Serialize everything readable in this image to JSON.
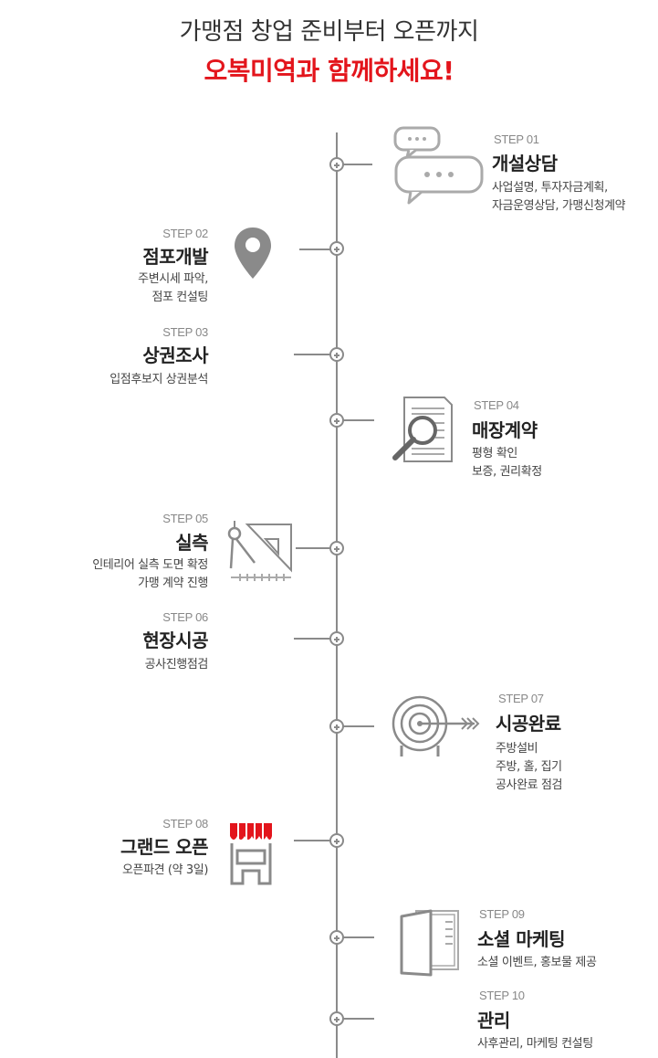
{
  "header": {
    "title_line1": "가맹점 창업 준비부터 오픈까지",
    "title_line2": "오복미역과 함께하세요!"
  },
  "steps": [
    {
      "step": "STEP 01",
      "name": "개설상담",
      "desc": [
        "사업설명, 투자자금계획,",
        "자금운영상담, 가맹신청계약"
      ],
      "icon": "chat-bubbles-icon"
    },
    {
      "step": "STEP 02",
      "name": "점포개발",
      "desc": [
        "주변시세 파악,",
        "점포 컨설팅"
      ],
      "icon": "location-pin-icon"
    },
    {
      "step": "STEP 03",
      "name": "상권조사",
      "desc": [
        "입점후보지 상권분석"
      ]
    },
    {
      "step": "STEP 04",
      "name": "매장계약",
      "desc": [
        "평형 확인",
        "보증, 권리확정"
      ],
      "icon": "document-magnifier-icon"
    },
    {
      "step": "STEP 05",
      "name": "실측",
      "desc": [
        "인테리어 실측 도면 확정",
        "가맹 계약 진행"
      ],
      "icon": "drafting-tools-icon"
    },
    {
      "step": "STEP 06",
      "name": "현장시공",
      "desc": [
        "공사진행점검"
      ]
    },
    {
      "step": "STEP 07",
      "name": "시공완료",
      "desc": [
        "주방설비",
        "주방, 홀, 집기",
        "공사완료 점검"
      ],
      "icon": "target-arrow-icon"
    },
    {
      "step": "STEP 08",
      "name": "그랜드 오픈",
      "desc": [
        "오픈파견 (약 3일)"
      ],
      "icon": "storefront-icon"
    },
    {
      "step": "STEP 09",
      "name": "소셜 마케팅",
      "desc": [
        "소셜 이벤트, 홍보물 제공"
      ],
      "icon": "folder-icon"
    },
    {
      "step": "STEP 10",
      "name": "관리",
      "desc": [
        "사후관리, 마케팅 컨설팅"
      ]
    }
  ],
  "colors": {
    "accent": "#e3151c",
    "line": "#8a8a8a",
    "text": "#222222"
  }
}
